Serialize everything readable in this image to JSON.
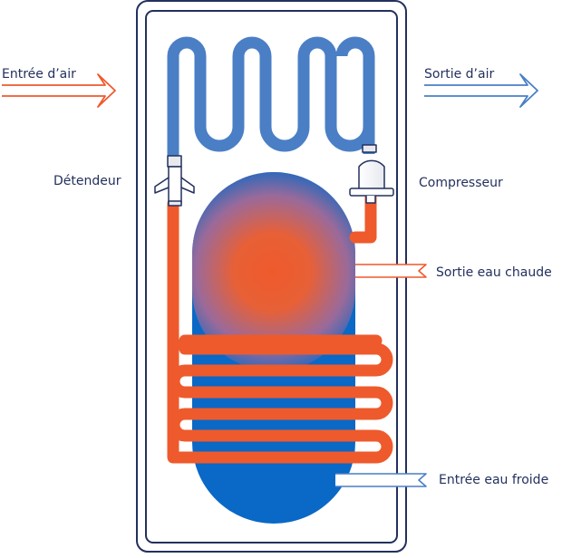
{
  "labels": {
    "air_inlet": "Entrée d’air",
    "air_outlet": "Sortie d’air",
    "expansion_valve": "Détendeur",
    "compressor": "Compresseur",
    "hot_water_outlet": "Sortie eau chaude",
    "cold_water_inlet": "Entrée eau froide"
  },
  "colors": {
    "hot": "#ee5a2c",
    "cold": "#4a7fc6",
    "tank_blue": "#0a68c6",
    "outline": "#23305e"
  }
}
